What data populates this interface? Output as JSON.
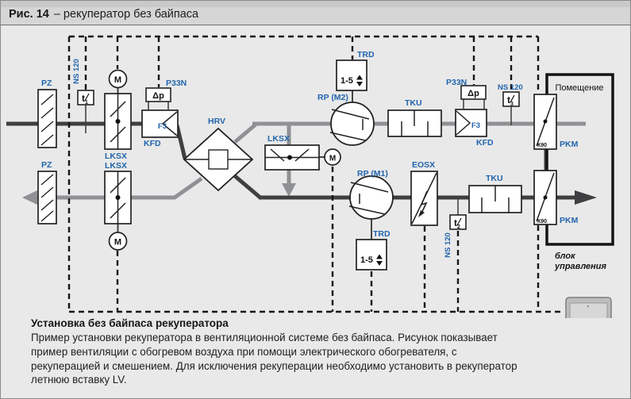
{
  "header": {
    "figure_label": "Рис. 14",
    "figure_title": "– рекуператор без байпаса"
  },
  "colors": {
    "label_blue": "#2265ad",
    "duct_dark": "#3f3f41",
    "duct_gray": "#8f9194",
    "background": "#e9e9e9",
    "header_background": "#d4d4d4"
  },
  "labels": {
    "pz": "PZ",
    "ns120": "NS 120",
    "t": "t",
    "t1_sub": "1",
    "t2_sub": "2",
    "t3_sub": "3",
    "lksx": "LKSX",
    "motor": "M",
    "p33n": "P33N",
    "dp": "Δp",
    "f3": "F3",
    "kfd": "KFD",
    "hrv": "HRV",
    "trd": "TRD",
    "trd_range": "1-5",
    "rp_m2": "RP (M2)",
    "rp_m1": "RP (M1)",
    "tku": "TKU",
    "eosx": "EOSX",
    "pkm": "PKM",
    "k90": "К90",
    "room": "Помещение",
    "control_unit": "блок управления"
  },
  "footer": {
    "heading": "Установка без байпаса рекуператора",
    "body": "Пример установки рекуператора в вентиляционной системе без байпаса. Рисунок показывает пример вентиляции с обогревом воздуха при помощи электрического обогревателя, с рекуперацией и смешением. Для исключения рекуперации необходимо установить в рекуператор летнюю вставку LV."
  }
}
